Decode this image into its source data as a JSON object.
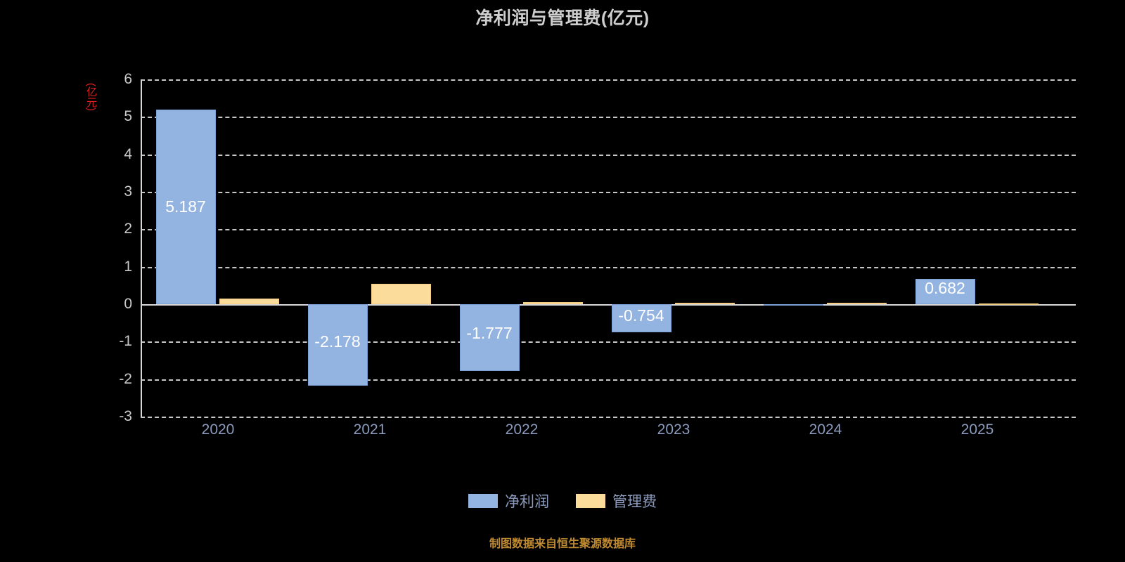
{
  "chart_data": {
    "type": "bar",
    "title": "净利润与管理费(亿元)",
    "xlabel": "",
    "ylabel": "(亿元)",
    "categories": [
      "2020",
      "2021",
      "2022",
      "2023",
      "2024",
      "2025"
    ],
    "ylim": [
      -3,
      6
    ],
    "yticks": [
      6,
      5,
      4,
      3,
      2,
      1,
      0,
      -1,
      -2,
      -3
    ],
    "grid": true,
    "legend_position": "bottom",
    "series": [
      {
        "name": "净利润",
        "color": "#93b3e0",
        "values": [
          5.187,
          -2.178,
          -1.777,
          -0.754,
          -0.004,
          0.682
        ],
        "labels": [
          "5.187",
          "-2.178",
          "-1.777",
          "-0.754",
          "",
          "0.682"
        ]
      },
      {
        "name": "管理费",
        "color": "#fbdc9b",
        "values": [
          0.15,
          0.55,
          0.06,
          0.04,
          0.04,
          0.03
        ],
        "labels": [
          "",
          "",
          "",
          "",
          "",
          ""
        ]
      }
    ],
    "footnote": "制图数据来自恒生聚源数据库"
  }
}
